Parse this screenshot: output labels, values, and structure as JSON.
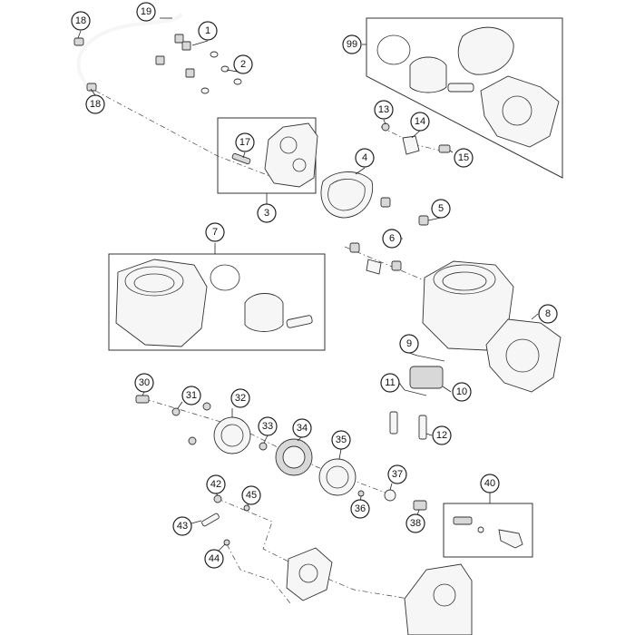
{
  "callouts": [
    {
      "label": "1"
    },
    {
      "label": "2"
    },
    {
      "label": "3"
    },
    {
      "label": "4"
    },
    {
      "label": "5"
    },
    {
      "label": "6"
    },
    {
      "label": "7"
    },
    {
      "label": "8"
    },
    {
      "label": "9"
    },
    {
      "label": "10"
    },
    {
      "label": "11"
    },
    {
      "label": "12"
    },
    {
      "label": "13"
    },
    {
      "label": "14"
    },
    {
      "label": "15"
    },
    {
      "label": "17"
    },
    {
      "label": "18"
    },
    {
      "label": "18"
    },
    {
      "label": "19"
    },
    {
      "label": "30"
    },
    {
      "label": "31"
    },
    {
      "label": "32"
    },
    {
      "label": "33"
    },
    {
      "label": "34"
    },
    {
      "label": "35"
    },
    {
      "label": "36"
    },
    {
      "label": "37"
    },
    {
      "label": "38"
    },
    {
      "label": "40"
    },
    {
      "label": "42"
    },
    {
      "label": "43"
    },
    {
      "label": "44"
    },
    {
      "label": "45"
    },
    {
      "label": "99"
    }
  ]
}
